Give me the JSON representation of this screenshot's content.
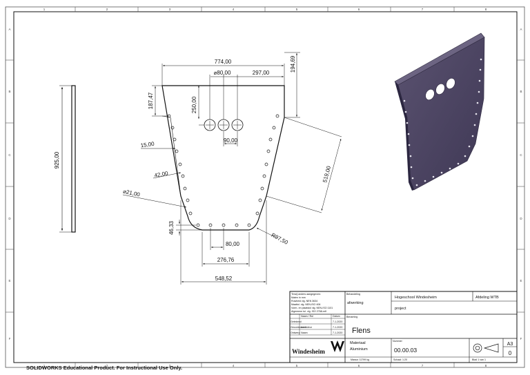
{
  "border": {
    "top_zones": [
      "1",
      "2",
      "3",
      "4",
      "5",
      "6",
      "7",
      "8"
    ],
    "bottom_zones": [
      "1",
      "2",
      "3",
      "4",
      "5",
      "6",
      "7",
      "8"
    ],
    "left_zones": [
      "A",
      "B",
      "C",
      "D",
      "E",
      "F"
    ],
    "right_zones": [
      "A",
      "B",
      "C",
      "D",
      "E",
      "F"
    ]
  },
  "dimensions": {
    "top_width": "774,00",
    "hole_dia": "⌀80,00",
    "hole_offset": "297,00",
    "top_right_height": "194,69",
    "top_left_height": "187,47",
    "hole_height": "250,00",
    "hole_pitch": "90,00",
    "side_offset": "15,00",
    "hole_pitch_side": "42,00",
    "small_hole_dia": "⌀21,00",
    "slant_length": "519,00",
    "bottom_height": "46,33",
    "bottom_pitch": "80,00",
    "bottom_inner": "276,76",
    "radius": "R97,50",
    "bottom_width": "548,52",
    "side_height": "925,00"
  },
  "title_block": {
    "notes": [
      "Tenzij anders aangegeven:",
      "Maten in mm",
      "Ruwheid vlg. NEN 3634",
      "Maattol. vlg. NEN-ISO 406",
      "Vorm- en plaatstol vlg. NEN-ISO 1101",
      "Algemene tol. vlg. ISO 2768-mK"
    ],
    "headers": {
      "naam": "Naam / Rol",
      "datum": "Datum"
    },
    "rows": [
      {
        "label": "Getekend",
        "name": "",
        "date": "7-1-2020"
      },
      {
        "label": "Gecontroleerd",
        "name": "controleur",
        "date": "7-1-2020"
      },
      {
        "label": "Ontwerp",
        "name": "Naam",
        "date": "7-1-2020"
      }
    ],
    "behandeling_label": "Behandeling",
    "behandeling_value": "afwerking",
    "school": "Hogeschool Windesheim",
    "department": "Afdeling WTB",
    "project": "project",
    "benaming_label": "Benaming",
    "part_name": "Flens",
    "materiaal_label": "Materiaal",
    "materiaal_value": "Aluminium",
    "nummer_label": "Nummer",
    "drawing_number": "00.00.03",
    "size": "A3",
    "revision": "0",
    "logo_text": "Windesheim",
    "bottom_row": [
      "Massa: 11799 kg",
      "Schaal: 1:20",
      "Blad 1 van 1"
    ]
  },
  "footer_note": "SOLIDWORKS Educational Product. For Instructional Use Only."
}
